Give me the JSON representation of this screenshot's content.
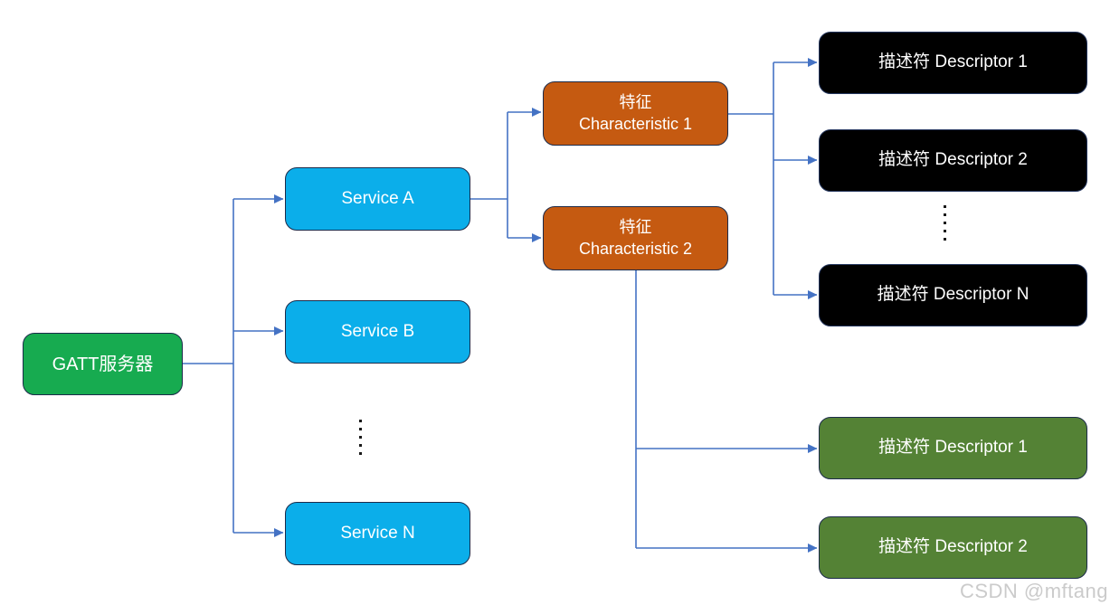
{
  "diagram": {
    "title_hint": "GATT server structure diagram",
    "colors": {
      "server": "#17AB50",
      "service": "#0BAEEA",
      "characteristic": "#C55A11",
      "descriptor_black": "#000000",
      "descriptor_green": "#548235",
      "connector": "#4472C4",
      "border": "#1C2B4A",
      "border_black": "#24365E"
    },
    "nodes": {
      "gatt_server": {
        "label": "GATT服务器"
      },
      "service_a": {
        "label": "Service A"
      },
      "service_b": {
        "label": "Service B"
      },
      "service_n": {
        "label": "Service N"
      },
      "characteristic_1": {
        "line1": "特征",
        "line2": "Characteristic 1"
      },
      "characteristic_2": {
        "line1": "特征",
        "line2": "Characteristic 2"
      },
      "char1_descriptor_1": {
        "label": "描述符 Descriptor 1"
      },
      "char1_descriptor_2": {
        "label": "描述符 Descriptor 2"
      },
      "char1_descriptor_n": {
        "label": "描述符 Descriptor N"
      },
      "char2_descriptor_1": {
        "label": "描述符 Descriptor 1"
      },
      "char2_descriptor_2": {
        "label": "描述符 Descriptor 2"
      }
    },
    "watermark": "CSDN @mftang"
  }
}
